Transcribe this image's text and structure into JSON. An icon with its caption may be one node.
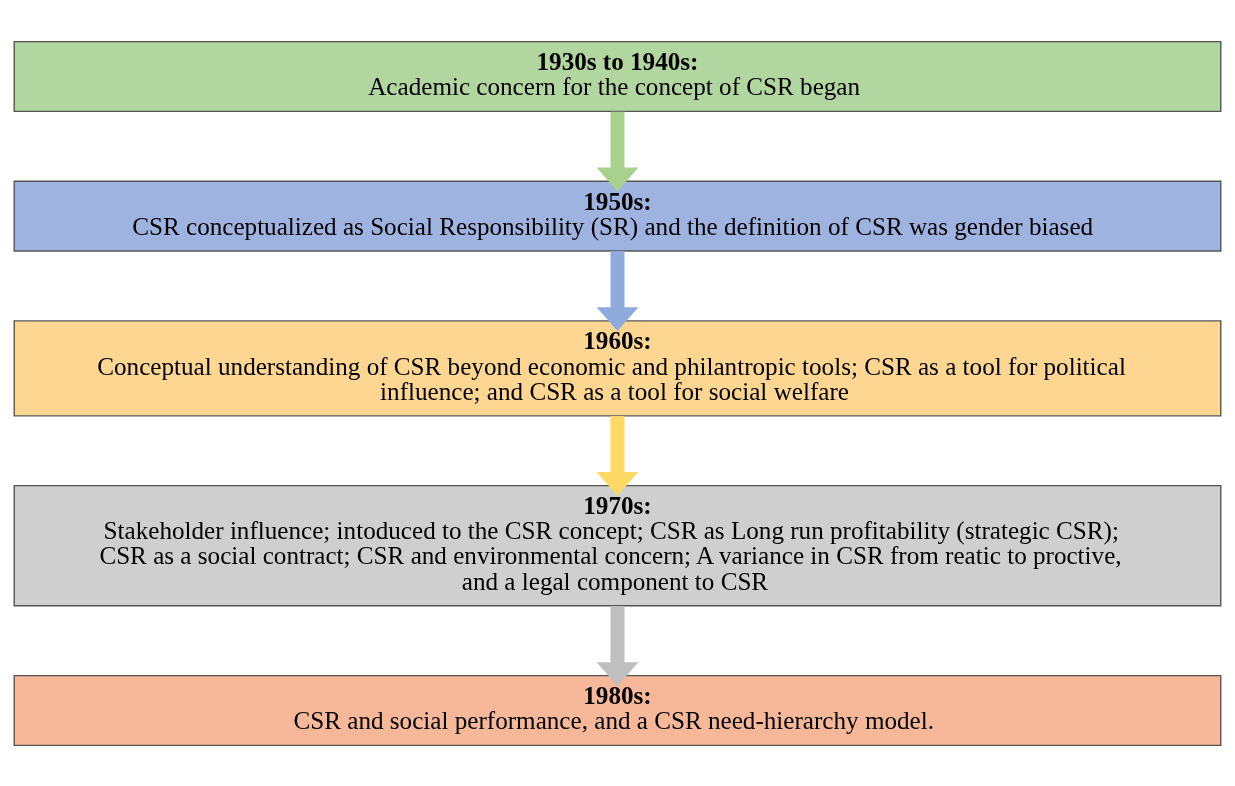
{
  "diagram": {
    "nodes": [
      {
        "text": [
          "1930s to 1940s:",
          "Academic concern for the concept of CSR began"
        ]
      },
      {
        "text": [
          "1950s:",
          "CSR conceptualized as Social Responsibility (SR) and the definition of CSR was gender biased"
        ]
      },
      {
        "text": [
          "1960s:",
          "Conceptual understanding of CSR beyond economic and philantropic tools; CSR as a tool for political influence; and CSR as a tool for social welfare"
        ]
      },
      {
        "text": [
          "1970s:",
          "Stakeholder influence; intoduced to the CSR concept; CSR as Long run profitability (strategic CSR); CSR as a social contract; CSR and environmental concern; A variance in CSR from reatic to proctive, and a legal component to CSR"
        ]
      },
      {
        "text": [
          "1980s:",
          "CSR and social performance, and a CSR need-hierarchy model."
        ]
      }
    ],
    "edges": [
      {
        "from": 0,
        "to": 1,
        "arrow": "to",
        "color": "#a9d18e"
      },
      {
        "from": 1,
        "to": 2,
        "arrow": "to",
        "color": "#8faadc"
      },
      {
        "from": 2,
        "to": 3,
        "arrow": "to",
        "color": "#ffd966"
      },
      {
        "from": 3,
        "to": 4,
        "arrow": "to",
        "color": "#bfbfbf"
      }
    ]
  }
}
